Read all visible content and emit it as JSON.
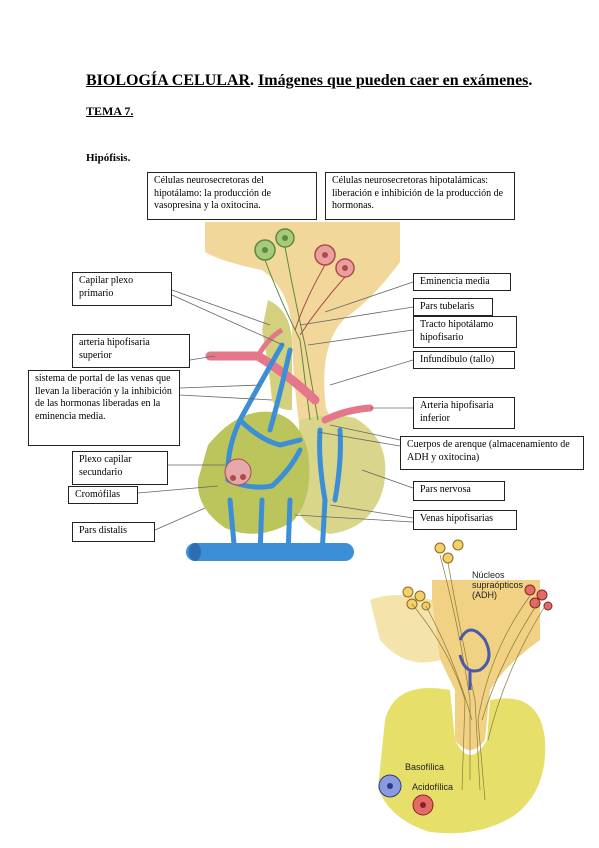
{
  "header": {
    "title_part1": "BIOLOGÍA CELULAR",
    "title_part2": "Imágenes que pueden caer en exámenes",
    "tema": "TEMA 7.",
    "section": "Hipófisis."
  },
  "labels": {
    "neuro_hipotalamo": "Células neurosecretoras del hipotálamo: la producción de vasopresina y la oxitocina.",
    "neuro_hipotalamicas": "Células neurosecretoras hipotalámicas: liberación e inhibición de la producción de hormonas.",
    "capilar_plexo_primario": "Capilar plexo primario",
    "arteria_superior": "arteria hipofisaria superior",
    "sistema_portal": "sistema de portal de las venas que llevan la liberación y la inhibición de las hormonas liberadas en la eminencia media.",
    "plexo_capilar_secundario": "Plexo capilar secundario",
    "cromofilas": "Cromófilas",
    "pars_distalis": "Pars distalis",
    "eminencia_media": "Eminencia media",
    "pars_tubelaris": "Pars tubelaris",
    "tracto": "Tracto hipotálamo hipofisario",
    "infundibulo": "Infundíbulo (tallo)",
    "arteria_inferior": "Arteria hipofisaria inferior",
    "cuerpos_arenque": "Cuerpos de arenque (almacenamiento de ADH y oxitocina)",
    "pars_nervosa": "Pars nervosa",
    "venas": "Venas hipofisarias"
  },
  "figure2": {
    "nucleos_line1": "Núcleos",
    "nucleos_line2": "supraópticos",
    "nucleos_line3": "(ADH)",
    "basofilica": "Basofílica",
    "acidofilica": "Acidofílica"
  }
}
